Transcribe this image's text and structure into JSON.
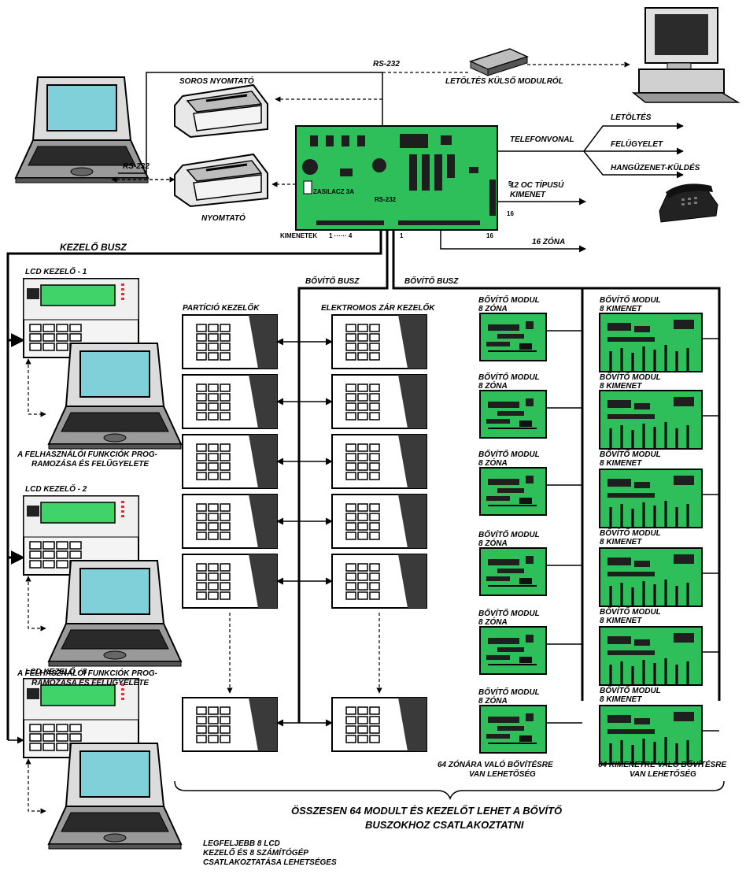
{
  "labels": {
    "rs232_top": "RS-232",
    "rs232_left": "RS-232",
    "rs232_board": "RS-232",
    "serial_printer": "SOROS NYOMTATÓ",
    "printer": "NYOMTATÓ",
    "download_ext": "LETÖLTÉS KÜLSŐ MODULRÓL",
    "phone_line": "TELEFONVONAL",
    "download": "LETÖLTÉS",
    "supervision": "FELÜGYELET",
    "voice_msg": "HANGÜZENET-KÜLDÉS",
    "oc_output_1": "12 OC TÍPUSÚ",
    "oc_output_2": "KIMENET",
    "zone16": "16 ZÓNA",
    "power": "ZASILACZ 3A",
    "outputs": "KIMENETEK",
    "out_range": "1 ······ 4",
    "zone_start": "1",
    "zone_end": "16",
    "pin5": "5",
    "pin16": "16",
    "keypad_bus": "KEZELŐ BUSZ",
    "expansion_bus_1": "BŐVÍTŐ BUSZ",
    "expansion_bus_2": "BŐVÍTŐ BUSZ",
    "partition_keypads": "PARTÍCIÓ KEZELŐK",
    "lock_keypads": "ELEKTROMOS ZÁR KEZELŐK",
    "lcd1": "LCD KEZELŐ - 1",
    "lcd2": "LCD KEZELŐ - 2",
    "lcd8": "LCD KEZELŐ - 8",
    "user_func_a1": "A FELHASZNÁLÓI FUNKCIÓK PROG-",
    "user_func_a2": "RAMOZÁSA ÉS FELÜGYELETE",
    "user_func_b1": "A FELHASZNÁLÓI FUNKCIÓK PROG-",
    "user_func_b2": "RAMOZÁSA ÉS FELÜGYELETE",
    "max_lcd_1": "LEGFELJEBB 8 LCD",
    "max_lcd_2": "KEZELŐ ÉS 8 SZÁMÍTÓGÉP",
    "max_lcd_3": "CSATLAKOZTATÁSA LEHETSÉGES",
    "zone_exp_1": "64 ZÓNÁRA VALÓ BŐVÍTÉSRE",
    "zone_exp_2": "VAN LEHETŐSÉG",
    "out_exp_1": "64 KIMENETRE VALÓ BŐVÍTÉSRE",
    "out_exp_2": "VAN LEHETŐSÉG",
    "total_1": "ÖSSZESEN 64 MODULT ÉS KEZELŐT LEHET A BŐVÍTŐ",
    "total_2": "BUSZOKHOZ CSATLAKOZTATNI"
  },
  "zone_modules": [
    {
      "line1": "BŐVÍTŐ MODUL",
      "line2": "8 ZÓNA"
    },
    {
      "line1": "BŐVÍTŐ MODUL",
      "line2": "8 ZÓNA"
    },
    {
      "line1": "BŐVÍTŐ MODUL",
      "line2": "8 ZÓNA"
    },
    {
      "line1": "BŐVÍTŐ MODUL",
      "line2": "8 ZÓNA"
    },
    {
      "line1": "BŐVÍTŐ MODUL",
      "line2": "8 ZÓNA"
    },
    {
      "line1": "BŐVÍTŐ MODUL",
      "line2": "8 ZÓNA"
    }
  ],
  "output_modules": [
    {
      "line1": "BŐVÍTŐ MODUL",
      "line2": "8 KIMENET"
    },
    {
      "line1": "BŐVÍTŐ MODUL",
      "line2": "8 KIMENET"
    },
    {
      "line1": "BŐVÍTŐ MODUL",
      "line2": "8 KIMENET"
    },
    {
      "line1": "BŐVÍTŐ MODUL",
      "line2": "8 KIMENET"
    },
    {
      "line1": "BŐVÍTŐ MODUL",
      "line2": "8 KIMENET"
    },
    {
      "line1": "BŐVÍTŐ MODUL",
      "line2": "8 KIMENET"
    }
  ],
  "colors": {
    "board_green": "#2fbf5a",
    "lcd_green": "#3fd36a",
    "screen": "#7fd0d8",
    "line": "#000000"
  }
}
